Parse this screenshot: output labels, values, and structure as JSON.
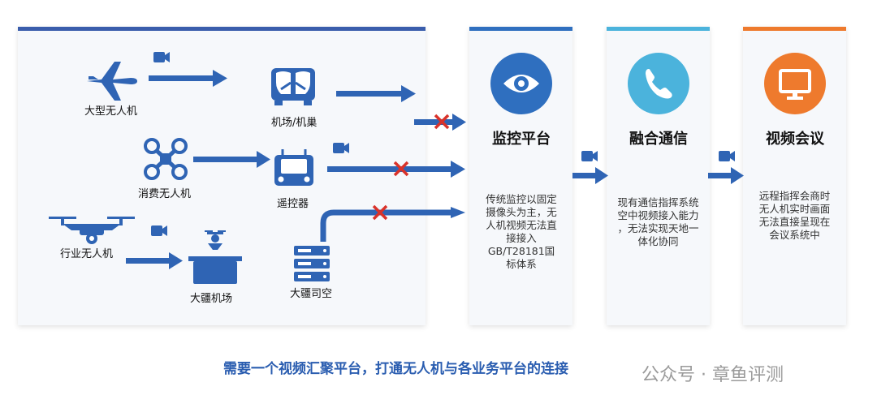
{
  "sources": {
    "large_drone": "大型无人机",
    "airport_nest": "机场/机巢",
    "consumer_drone": "消费无人机",
    "remote_controller": "遥控器",
    "industry_drone": "行业无人机",
    "dji_dock": "大疆机场",
    "dji_flighthub": "大疆司空"
  },
  "platforms": [
    {
      "title": "监控平台",
      "desc": "传统监控以固定\n摄像头为主，无\n人机视频无法直\n接接入\nGB/T28181国\n标体系",
      "accent": "#2f6fbf"
    },
    {
      "title": "融合通信",
      "desc": "现有通信指挥系统\n空中视频接入能力\n，无法实现天地一\n体化协同",
      "accent": "#4bb3dc"
    },
    {
      "title": "视频会议",
      "desc": "远程指挥会商时\n无人机实时画面\n无法直接呈现在\n会议系统中",
      "accent": "#ee7a2d"
    }
  ],
  "bottom_text": "需要一个视频汇聚平台，打通无人机与各业务平台的连接",
  "watermark": "公众号 · 章鱼评测",
  "icons": [
    "airplane-icon",
    "video-camera-icon",
    "dock-icon",
    "drone-icon",
    "remote-controller-icon",
    "industry-drone-icon",
    "server-icon",
    "eye-icon",
    "phone-icon",
    "monitor-icon",
    "blocked-x-icon"
  ],
  "colors": {
    "arrow": "#2f64b4",
    "block": "#d9322a",
    "panel": "#f6f8fb",
    "left_bar": "#3a5dac"
  }
}
